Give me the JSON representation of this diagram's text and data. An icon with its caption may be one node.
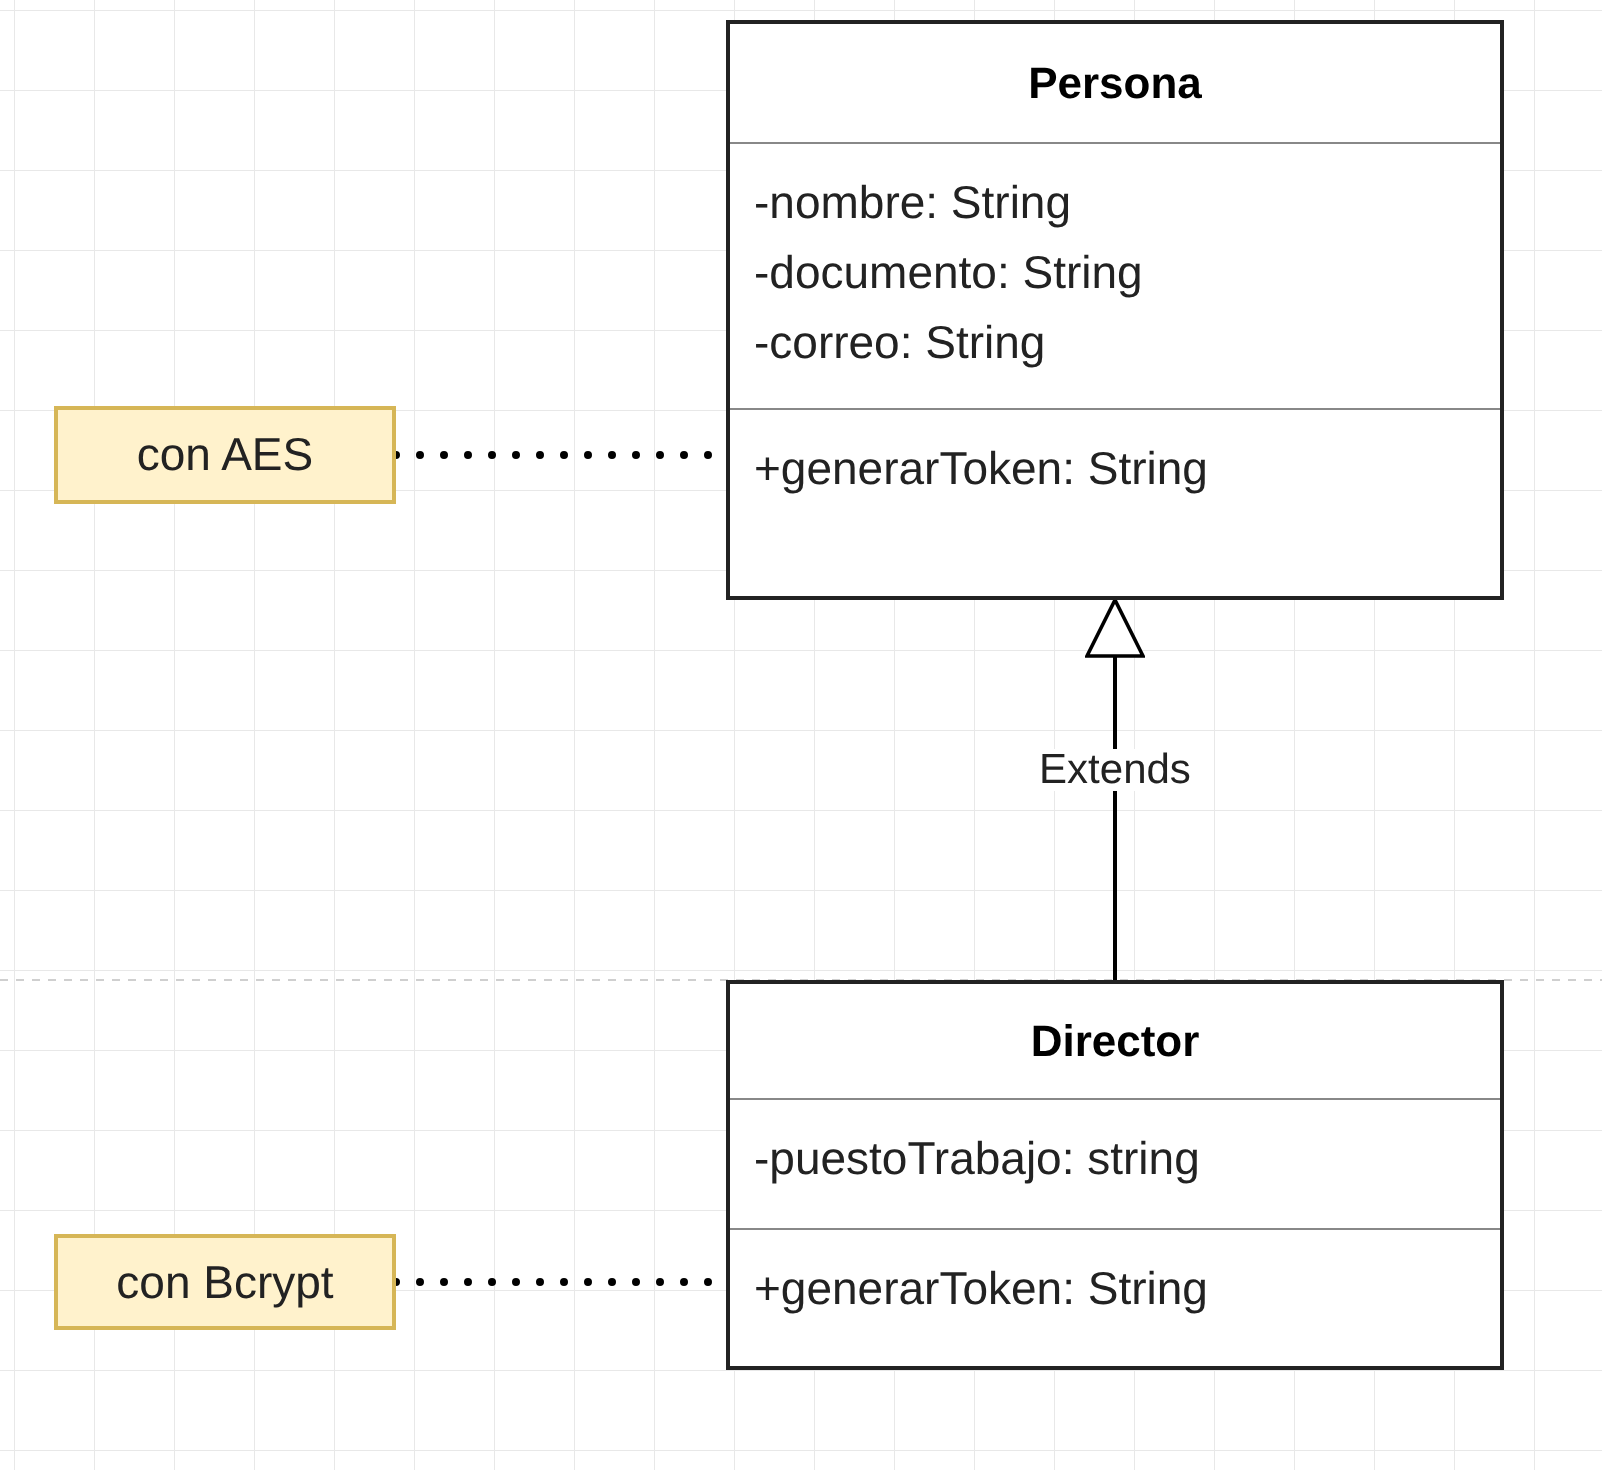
{
  "diagram": {
    "nodes": [
      {
        "text": [
          "Persona",
          "-nombre: String",
          "-documento: String",
          "-correo: String",
          "+generarToken: String"
        ]
      },
      {
        "text": [
          "Director",
          "-puestoTrabajo: string",
          "+generarToken: String"
        ]
      },
      {
        "text": [
          "con AES"
        ]
      },
      {
        "text": [
          "con Bcrypt"
        ]
      }
    ],
    "edges": [
      {
        "from": 1,
        "to": 0,
        "arrow": "to",
        "label": "Extends"
      },
      {
        "from": 2,
        "to": 0,
        "arrow": "none",
        "style": "dashed"
      },
      {
        "from": 3,
        "to": 1,
        "arrow": "none",
        "style": "dashed"
      }
    ]
  }
}
